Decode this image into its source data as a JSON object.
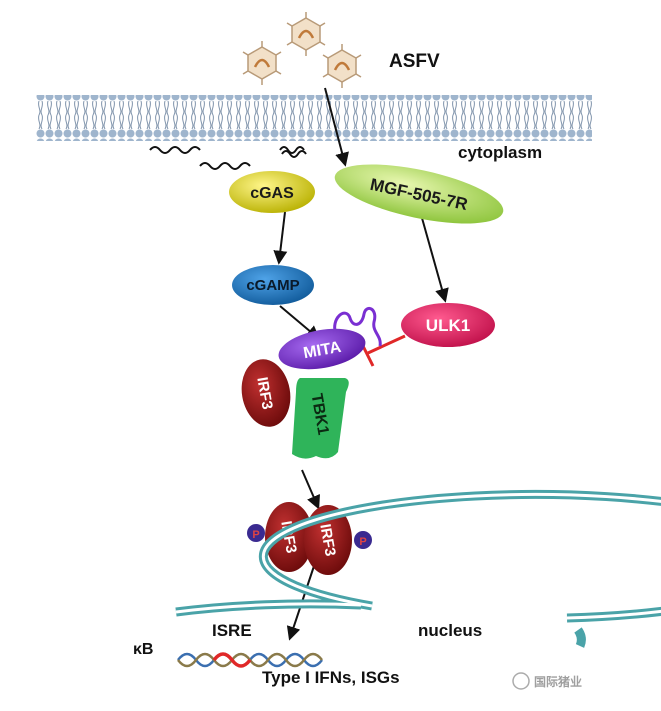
{
  "labels": {
    "virus": "ASFV",
    "cytoplasm": "cytoplasm",
    "nucleus": "nucleus",
    "isre": "ISRE",
    "kb": "κB",
    "output": "Type I IFNs, ISGs"
  },
  "nodes": {
    "cgas": "cGAS",
    "mgf": "MGF-505-7R",
    "cgamp": "cGAMP",
    "ulk1": "ULK1",
    "mita": "MITA",
    "irf3": "IRF3",
    "tbk1": "TBK1",
    "irf3_left": "IRF3",
    "irf3_right": "IRF3",
    "phospho": "P"
  },
  "watermark": "国际猪业",
  "colors": {
    "membrane": "#9fb5cd",
    "cgas": "#d9d21e",
    "mgf": "#b7dd58",
    "cgamp": "#1e73b8",
    "ulk1": "#e0195c",
    "mita": "#7a2fd2",
    "irf3": "#8a1414",
    "tbk1": "#2fb45a",
    "inhibition": "#e02828",
    "nucleus_ring": "#4aa3a8"
  }
}
